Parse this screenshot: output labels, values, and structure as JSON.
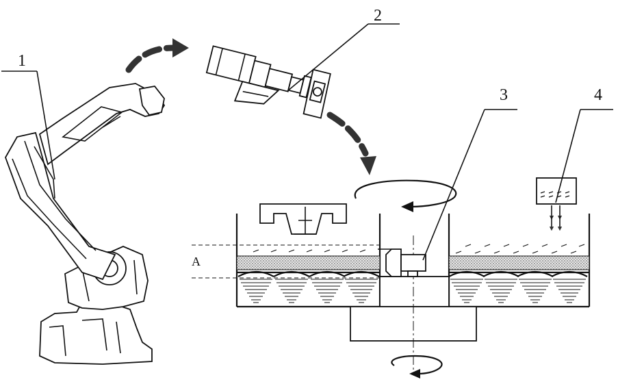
{
  "labels": {
    "robot": "1",
    "tool": "2",
    "spindle": "3",
    "feeder": "4",
    "zone": "A"
  },
  "colors": {
    "line": "#111111",
    "arrow": "#333333",
    "powder": "#bdbdbd",
    "background": "#ffffff"
  }
}
